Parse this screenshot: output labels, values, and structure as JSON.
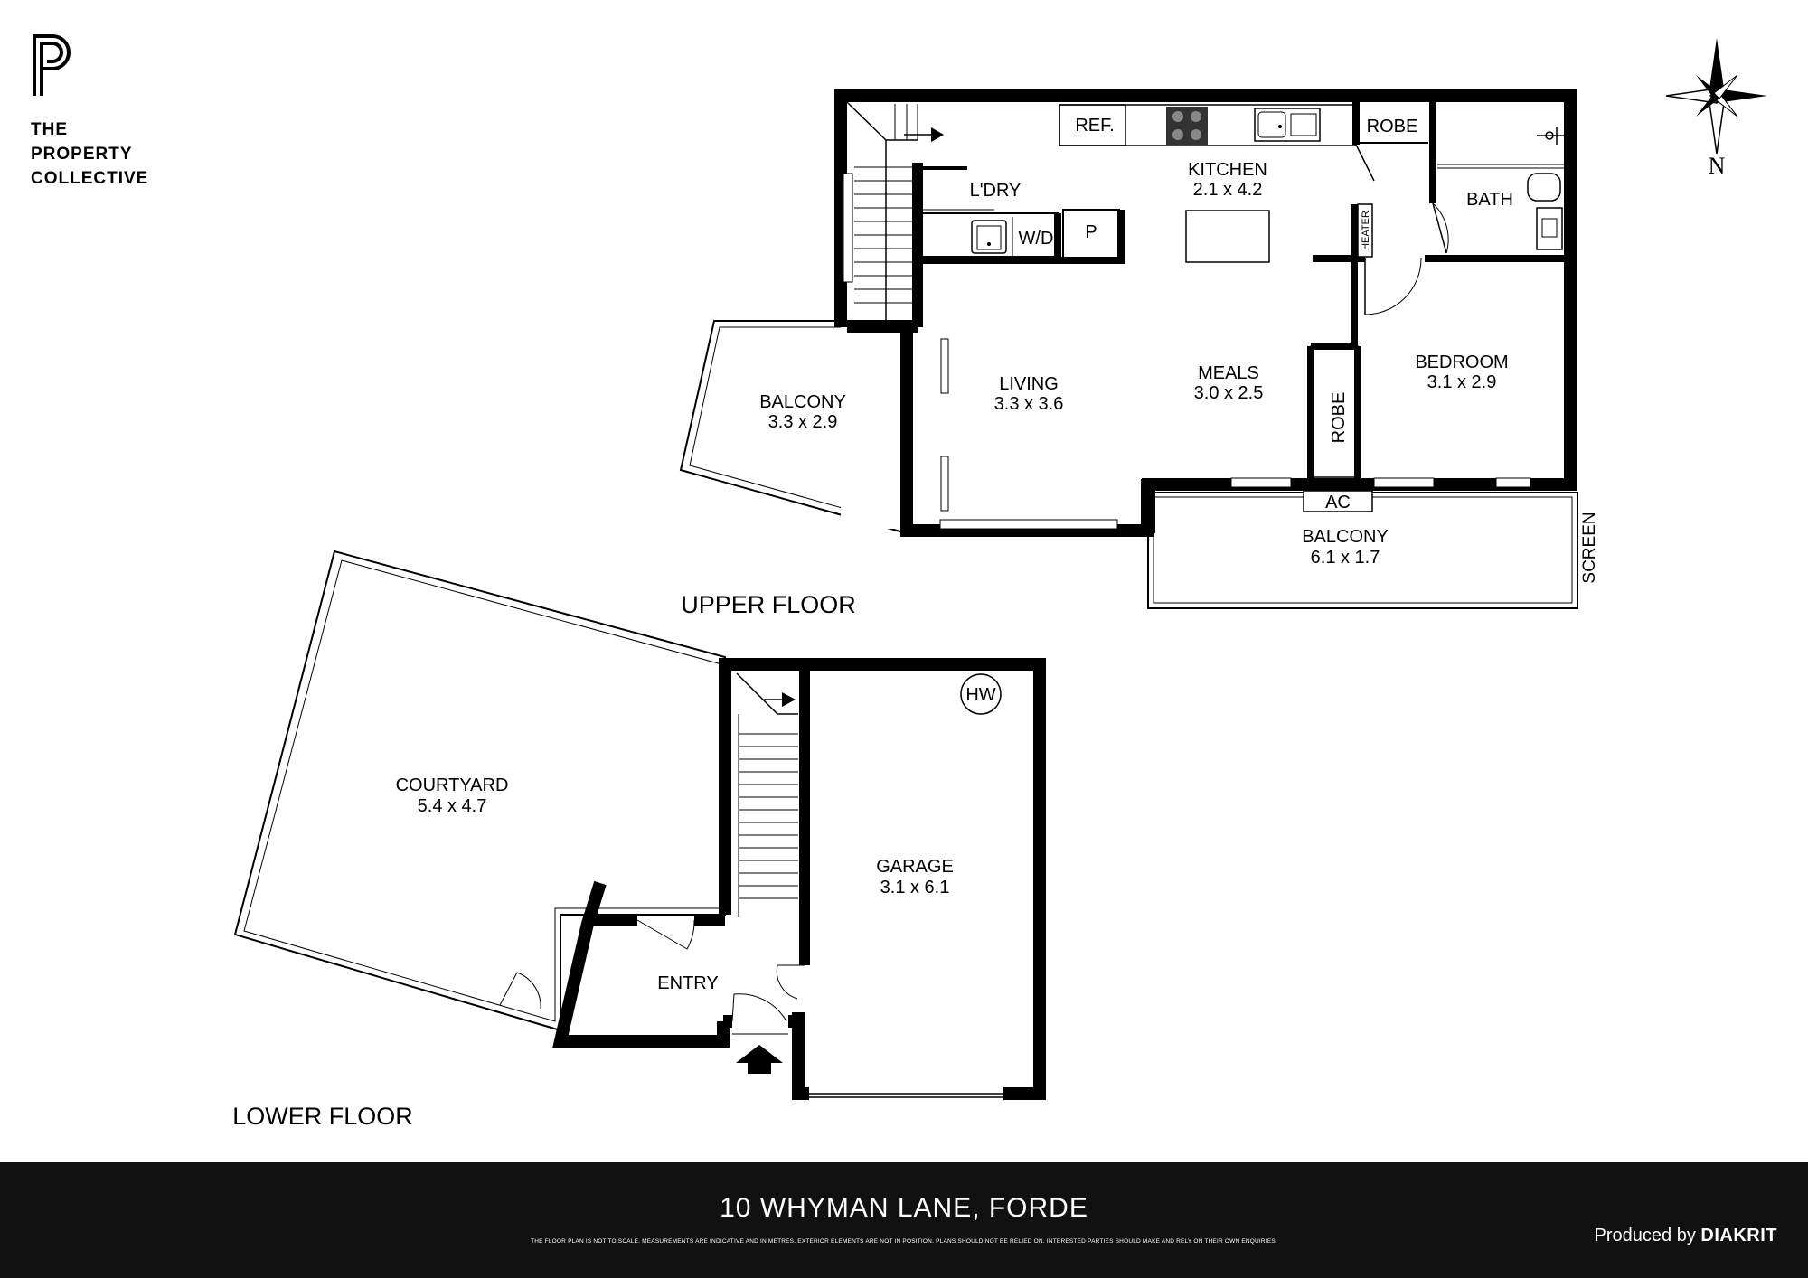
{
  "brand": {
    "line1": "THE",
    "line2": "PROPERTY",
    "line3": "COLLECTIVE"
  },
  "compass": {
    "label": "N"
  },
  "upper_floor": {
    "title": "UPPER FLOOR",
    "rooms": {
      "kitchen": {
        "name": "KITCHEN",
        "size": "2.1 x 4.2"
      },
      "laundry": {
        "name": "L'DRY"
      },
      "washer_dryer": {
        "name": "W/D"
      },
      "pantry": {
        "name": "P"
      },
      "fridge": {
        "name": "REF."
      },
      "robe_top": {
        "name": "ROBE"
      },
      "bath": {
        "name": "BATH"
      },
      "heater": {
        "name": "HEATER"
      },
      "living": {
        "name": "LIVING",
        "size": "3.3 x 3.6"
      },
      "meals": {
        "name": "MEALS",
        "size": "3.0 x 2.5"
      },
      "robe_side": {
        "name": "ROBE"
      },
      "bedroom": {
        "name": "BEDROOM",
        "size": "3.1 x 2.9"
      },
      "balcony_west": {
        "name": "BALCONY",
        "size": "3.3 x 2.9"
      },
      "balcony_south": {
        "name": "BALCONY",
        "size": "6.1 x 1.7"
      },
      "ac": {
        "name": "AC"
      },
      "screen": {
        "name": "SCREEN"
      }
    }
  },
  "lower_floor": {
    "title": "LOWER FLOOR",
    "rooms": {
      "courtyard": {
        "name": "COURTYARD",
        "size": "5.4 x 4.7"
      },
      "garage": {
        "name": "GARAGE",
        "size": "3.1 x 6.1"
      },
      "entry": {
        "name": "ENTRY"
      },
      "hot_water": {
        "name": "HW"
      }
    }
  },
  "footer": {
    "address": "10 WHYMAN LANE, FORDE",
    "disclaimer": "THE FLOOR PLAN IS NOT TO SCALE. MEASUREMENTS ARE INDICATIVE AND IN METRES. EXTERIOR ELEMENTS ARE NOT IN POSITION. PLANS SHOULD NOT BE RELIED ON. INTERESTED PARTIES SHOULD MAKE AND RELY ON THEIR OWN ENQUIRIES.",
    "credit_prefix": "Produced by",
    "credit_brand": "DIAKRIT"
  }
}
